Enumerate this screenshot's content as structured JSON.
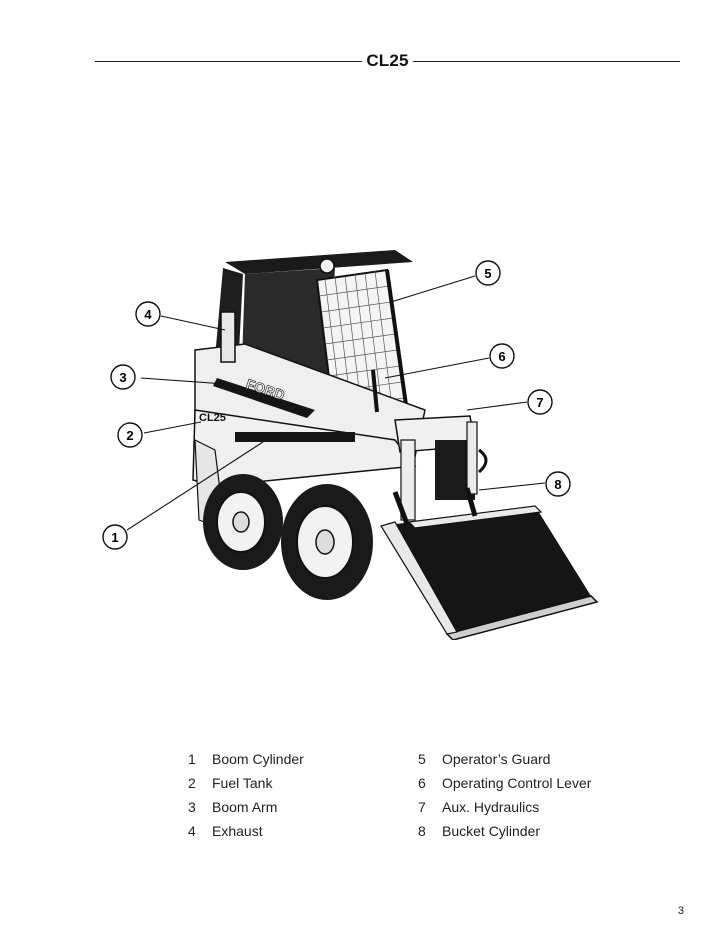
{
  "header": {
    "title": "CL25"
  },
  "callouts": [
    "1",
    "2",
    "3",
    "4",
    "5",
    "6",
    "7",
    "8"
  ],
  "machine_markings": {
    "brand": "FORD",
    "model": "CL25"
  },
  "legend": [
    {
      "num": "1",
      "label": "Boom Cylinder"
    },
    {
      "num": "5",
      "label": "Operator’s Guard"
    },
    {
      "num": "2",
      "label": "Fuel Tank"
    },
    {
      "num": "6",
      "label": "Operating Control Lever"
    },
    {
      "num": "3",
      "label": "Boom Arm"
    },
    {
      "num": "7",
      "label": "Aux. Hydraulics"
    },
    {
      "num": "4",
      "label": "Exhaust"
    },
    {
      "num": "8",
      "label": "Bucket Cylinder"
    }
  ],
  "footer": {
    "page_number": "3"
  }
}
